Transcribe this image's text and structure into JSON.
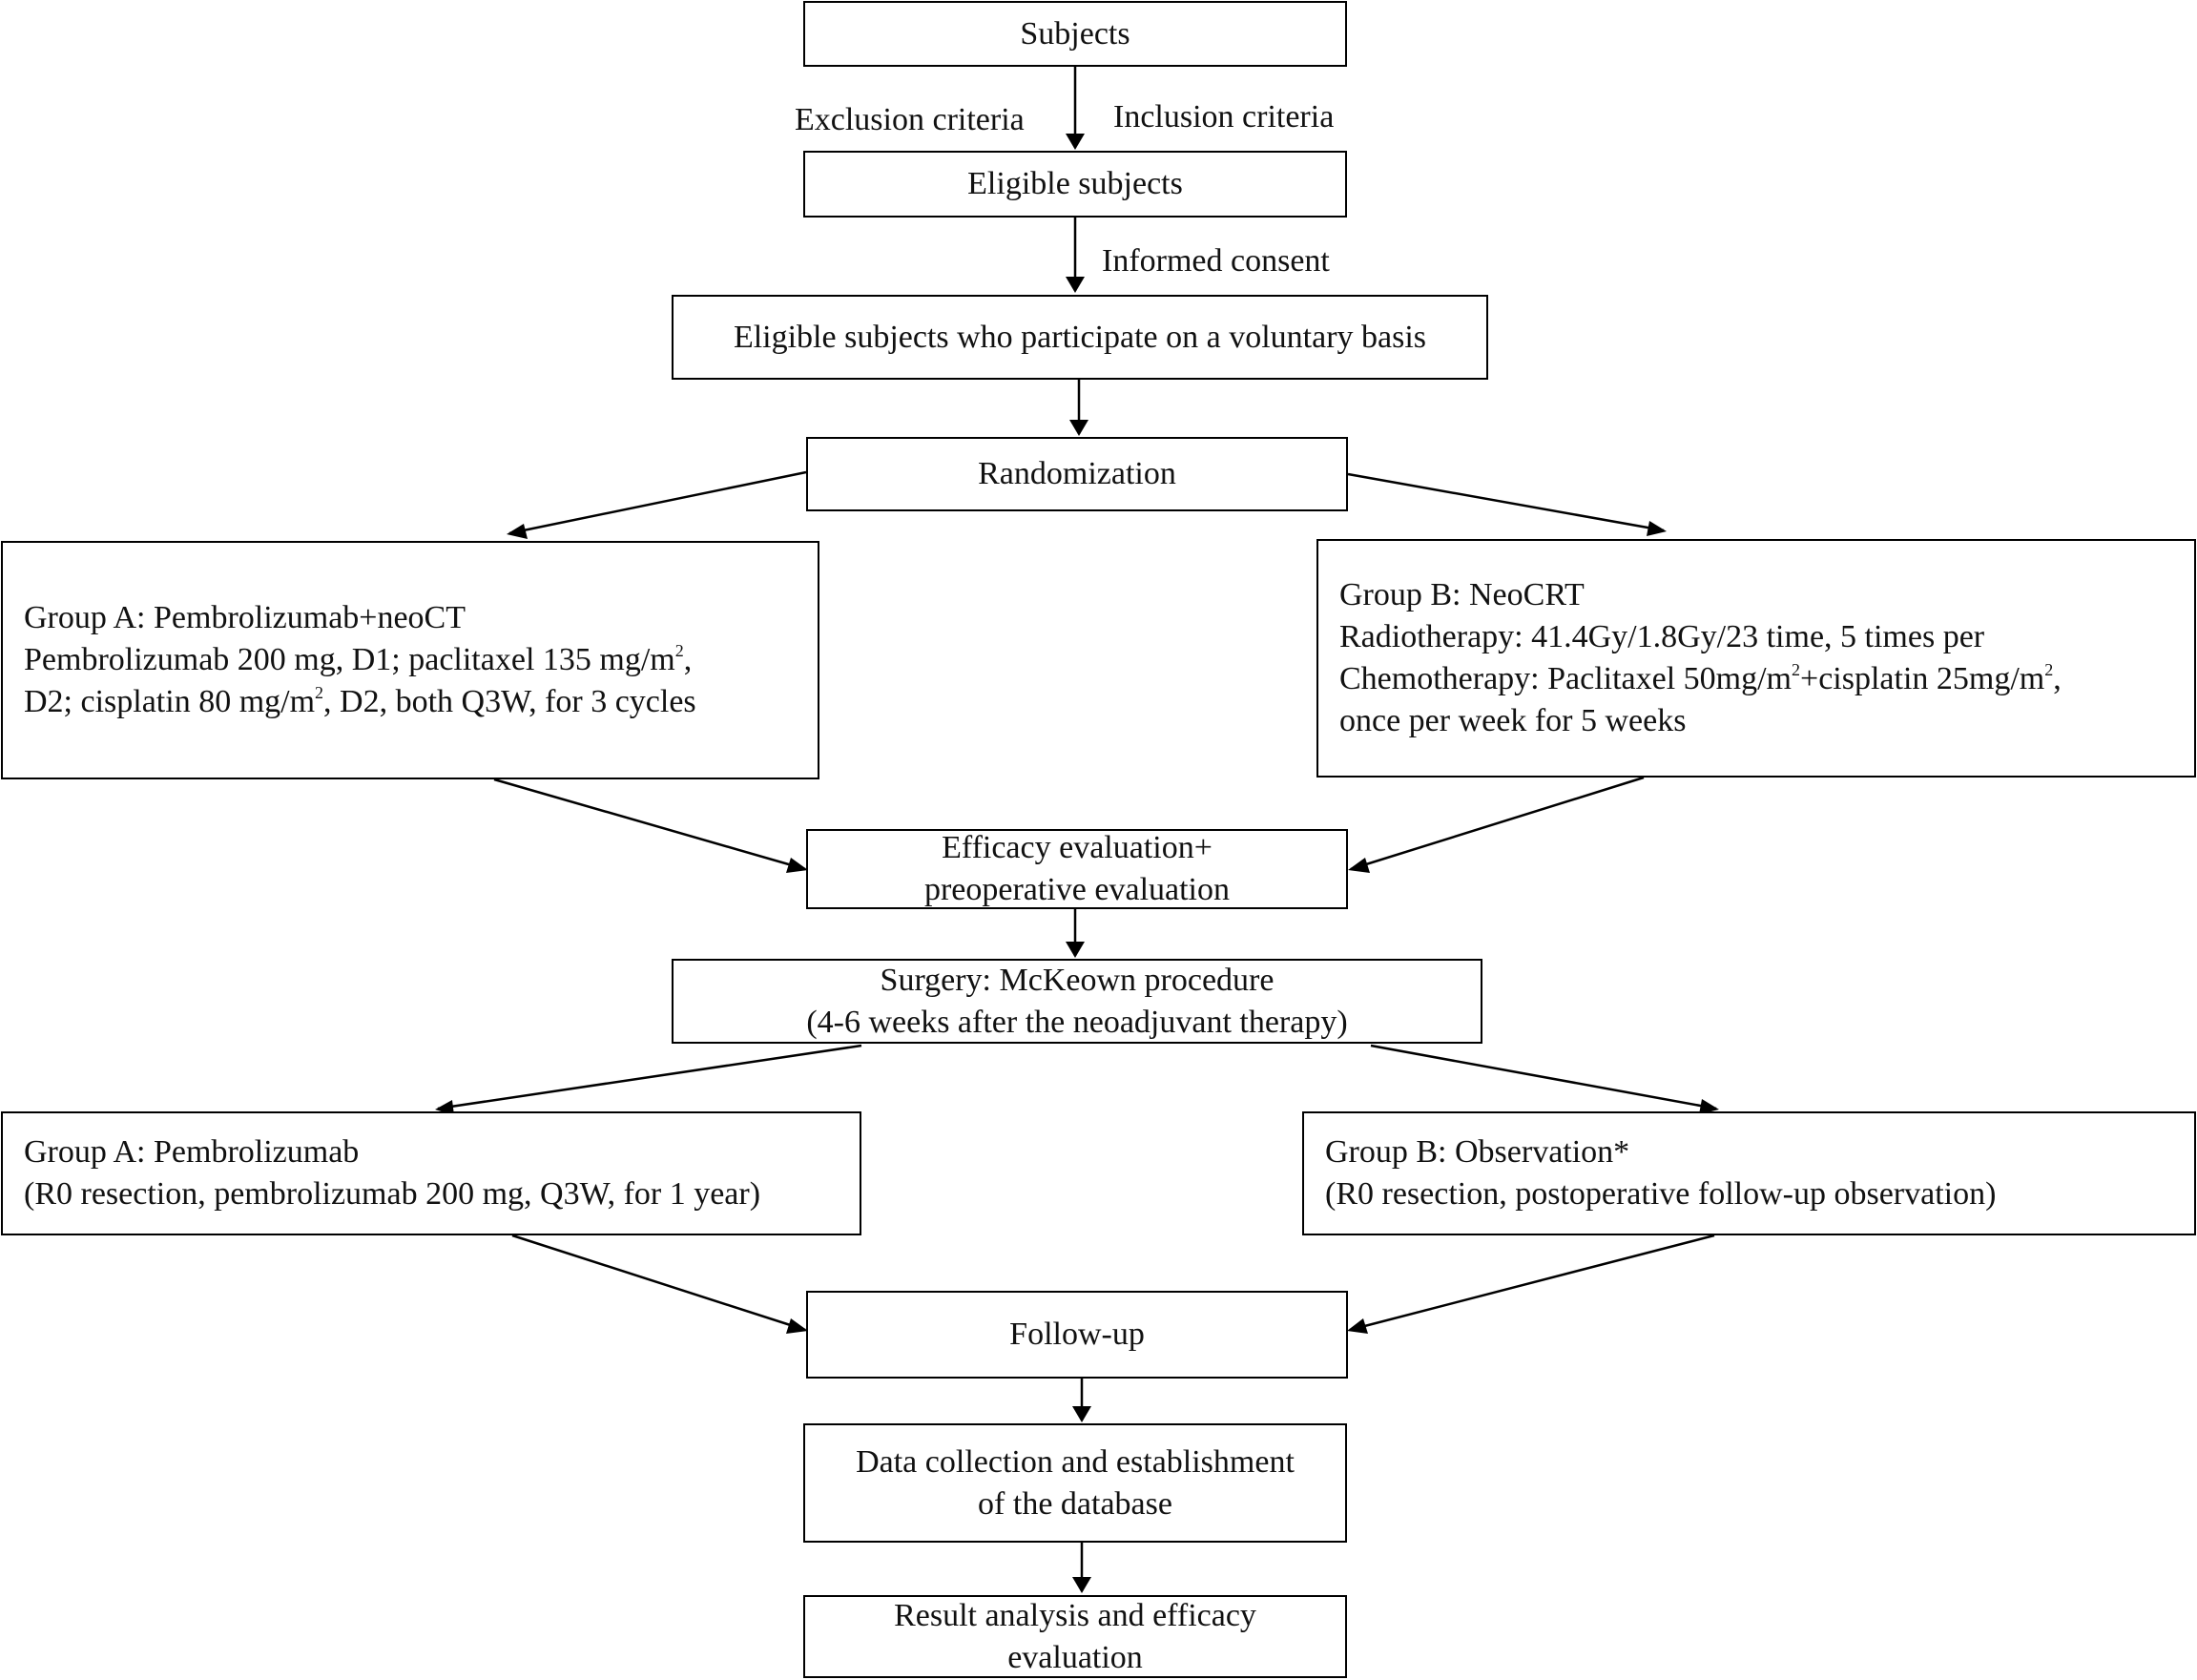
{
  "flow": {
    "subjects": "Subjects",
    "exclusion_label": "Exclusion criteria",
    "inclusion_label": "Inclusion criteria",
    "eligible": "Eligible subjects",
    "consent_label": "Informed consent",
    "voluntary": "Eligible subjects who participate on a voluntary basis",
    "randomization": "Randomization",
    "group_a": {
      "title": "Group A: Pembrolizumab+neoCT",
      "line1": "Pembrolizumab 200 mg, D1; paclitaxel 135 mg/m",
      "line1_sup": "2",
      "line1_end": ",",
      "line2": "D2; cisplatin  80 mg/m",
      "line2_sup": "2",
      "line2_end": ", D2, both Q3W, for 3 cycles"
    },
    "group_b": {
      "title": "Group B: NeoCRT",
      "line1": "Radiotherapy: 41.4Gy/1.8Gy/23 time, 5 times per",
      "line2": "Chemotherapy: Paclitaxel 50mg/m",
      "line2_sup": "2",
      "line2_mid": "+cisplatin 25mg/m",
      "line2_sup2": "2",
      "line2_end": ",",
      "line3": "once per week for 5 weeks"
    },
    "efficacy_1": "Efficacy evaluation+",
    "efficacy_2": "preoperative evaluation",
    "surgery_1": "Surgery: McKeown procedure",
    "surgery_2": "(4-6 weeks after the neoadjuvant therapy)",
    "post_a_1": "Group A: Pembrolizumab",
    "post_a_2": "(R0 resection, pembrolizumab 200 mg, Q3W, for 1 year)",
    "post_b_1": "Group B: Observation*",
    "post_b_2": "(R0 resection, postoperative follow-up observation)",
    "followup": "Follow-up",
    "data_1": "Data collection and establishment",
    "data_2": "of the database",
    "result_1": "Result analysis and efficacy",
    "result_2": "evaluation"
  }
}
